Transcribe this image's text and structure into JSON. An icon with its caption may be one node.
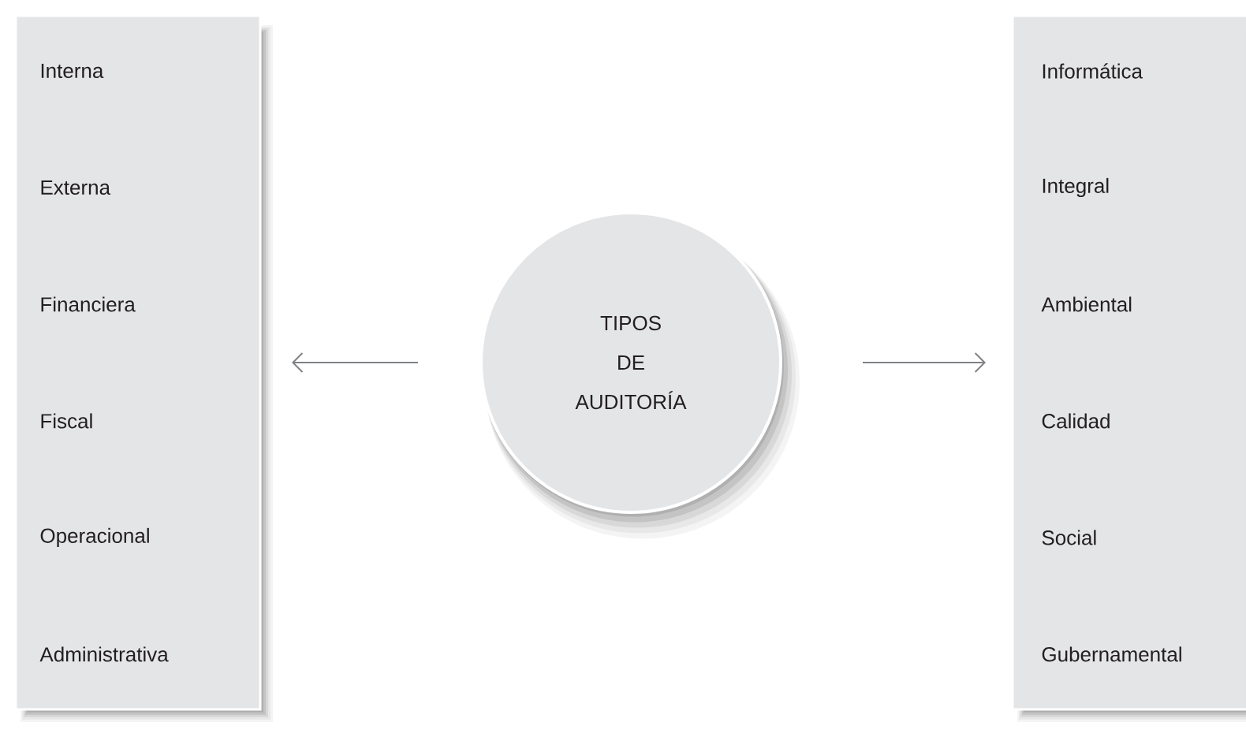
{
  "diagram": {
    "nodes": [
      {
        "text": [
          "Interna",
          "Externa",
          "Financiera",
          "Fiscal",
          "Operacional",
          "Administrativa"
        ]
      },
      {
        "text": [
          "TIPOS DE AUDITORÍA"
        ]
      },
      {
        "text": [
          "Informática",
          "Integral",
          "Ambiental",
          "Calidad",
          "Social",
          "Gubernamental"
        ]
      }
    ],
    "edges": [
      {
        "from": 1,
        "to": 0,
        "arrow": "to"
      },
      {
        "from": 1,
        "to": 2,
        "arrow": "to"
      }
    ]
  }
}
